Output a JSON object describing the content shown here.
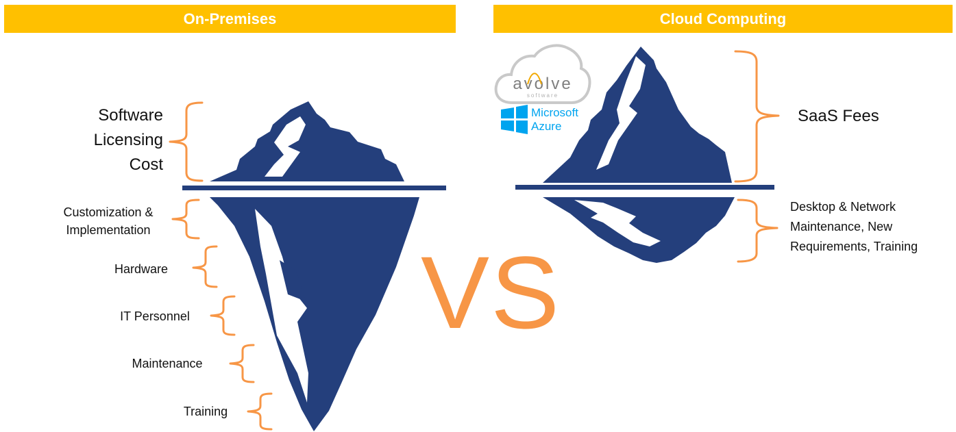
{
  "banners": {
    "left": "On-Premises",
    "right": "Cloud Computing"
  },
  "vs_text": "VS",
  "on_premises": {
    "above_water": [
      "Software",
      "Licensing",
      "Cost"
    ],
    "below_water": [
      "Customization &\nImplementation",
      "Hardware",
      "IT Personnel",
      "Maintenance",
      "Training"
    ]
  },
  "cloud": {
    "above_water": "SaaS Fees",
    "below_water": "Desktop & Network\nMaintenance, New\nRequirements, Training"
  },
  "logos": {
    "avolve": {
      "wordmark": "avolve",
      "sub": "software"
    },
    "microsoft": {
      "line1": "Microsoft",
      "line2": "Azure"
    }
  },
  "colors": {
    "banner": "#FFC000",
    "iceberg": "#243F7C",
    "bracket": "#F79646",
    "vs": "#F79646",
    "azure": "#00A4EF"
  }
}
